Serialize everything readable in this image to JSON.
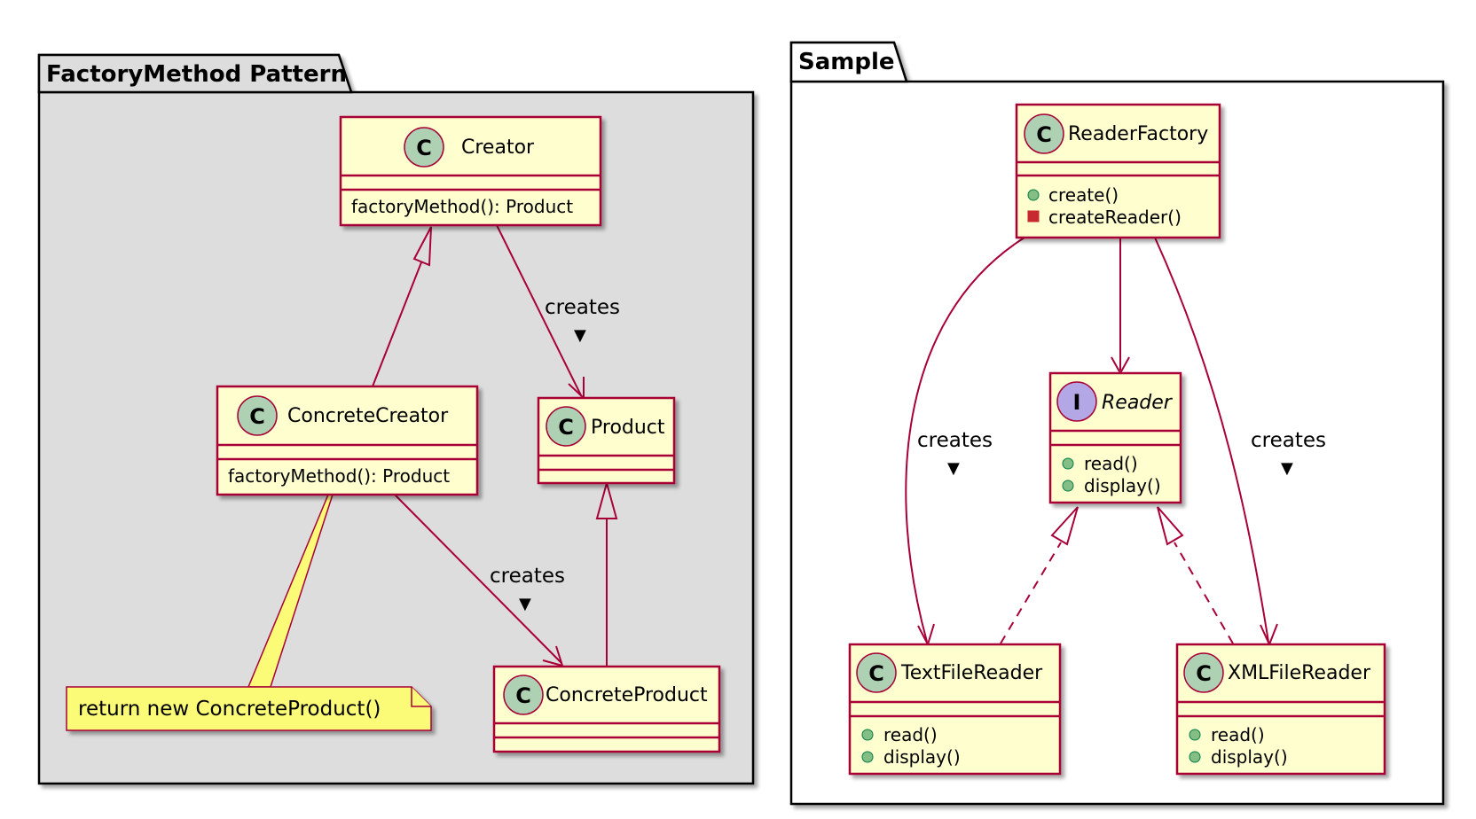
{
  "packages": {
    "left": {
      "title": "FactoryMethod Pattern"
    },
    "right": {
      "title": "Sample"
    }
  },
  "classes": {
    "creator": {
      "name": "Creator",
      "stereotype": "C",
      "members": [
        "factoryMethod(): Product"
      ]
    },
    "concrete_creator": {
      "name": "ConcreteCreator",
      "stereotype": "C",
      "members": [
        "factoryMethod(): Product"
      ]
    },
    "product": {
      "name": "Product",
      "stereotype": "C",
      "members": []
    },
    "concrete_product": {
      "name": "ConcreteProduct",
      "stereotype": "C",
      "members": []
    },
    "reader_factory": {
      "name": "ReaderFactory",
      "stereotype": "C",
      "members": [
        "create()",
        "createReader()"
      ]
    },
    "reader": {
      "name": "Reader",
      "stereotype": "I",
      "members": [
        "read()",
        "display()"
      ]
    },
    "text_file_reader": {
      "name": "TextFileReader",
      "stereotype": "C",
      "members": [
        "read()",
        "display()"
      ]
    },
    "xml_file_reader": {
      "name": "XMLFileReader",
      "stereotype": "C",
      "members": [
        "read()",
        "display()"
      ]
    }
  },
  "note": {
    "text": "return new ConcreteProduct()"
  },
  "edge_labels": {
    "creator_product": "creates",
    "concrete_creator_concrete_product": "creates",
    "factory_text": "creates",
    "factory_xml": "creates",
    "direction_glyph": "▼"
  },
  "colors": {
    "border": "#a80036",
    "class_fill": "#fefece",
    "note_fill": "#fbfb77",
    "package_fill_left": "#dddddd",
    "package_fill_right": "#ffffff",
    "badge_class": "#add1b2",
    "badge_interface": "#b4a7e5",
    "public_member": "#84be84",
    "private_member": "#c82930"
  }
}
